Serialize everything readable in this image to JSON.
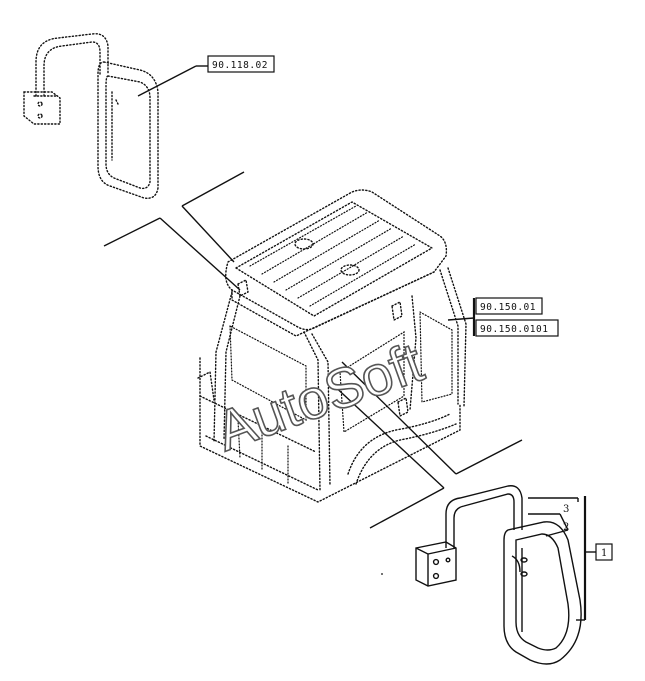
{
  "refs": {
    "top_mirror": "90.118.02",
    "cab_a": "90.150.01",
    "cab_b": "90.150.0101",
    "assembly": "1"
  },
  "callouts": {
    "arm": "3",
    "glass": "2"
  },
  "watermark": "AutoSoft"
}
